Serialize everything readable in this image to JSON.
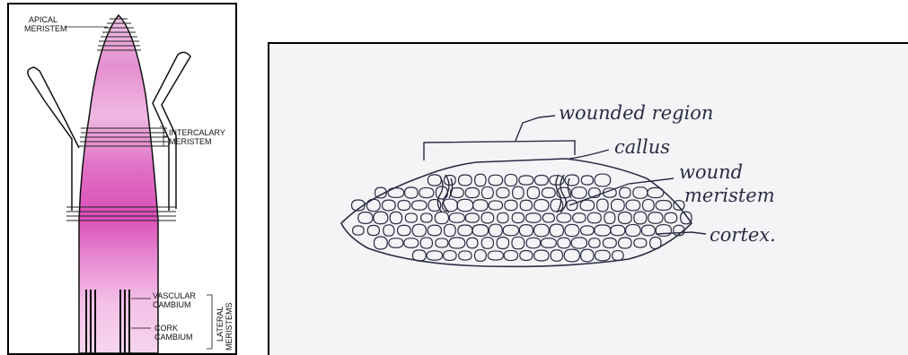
{
  "left_diagram": {
    "apical_meristem": [
      "APICAL",
      "MERISTEM"
    ],
    "intercalary_meristem": [
      "INTERCALARY",
      "MERISTEM"
    ],
    "vascular_cambium": [
      "VASCULAR",
      "CAMBIUM"
    ],
    "cork_cambium": [
      "CORK",
      "CAMBIUM"
    ],
    "lateral_meristems": [
      "LATERAL",
      "MERISTEMS"
    ],
    "colors": {
      "shoot": "#e8a3d8",
      "band": "#d44fb5",
      "outline": "#111111"
    }
  },
  "right_diagram": {
    "labels": {
      "wounded_region": "wounded region",
      "callus": "callus",
      "wound_meristem": [
        "wound",
        "meristem"
      ],
      "cortex": "cortex."
    },
    "colors": {
      "ink": "#2b2b44",
      "paper": "#f3f4f6"
    }
  }
}
